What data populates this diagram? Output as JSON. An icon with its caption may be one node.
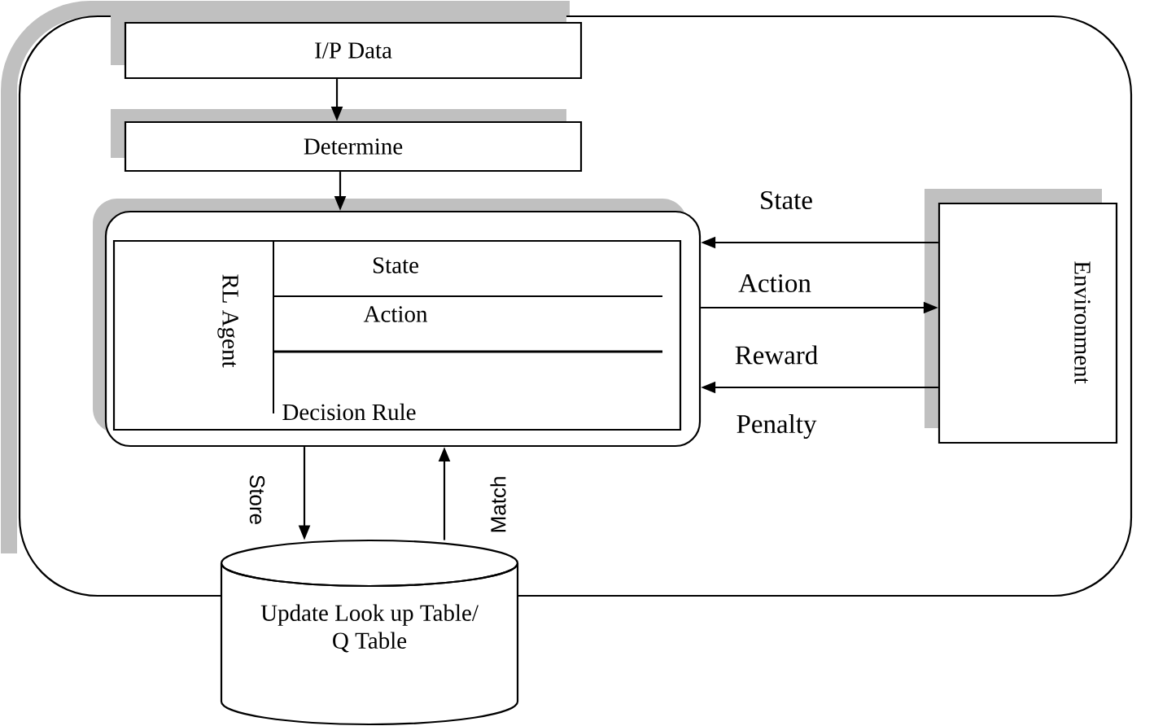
{
  "diagram": {
    "nodes": [
      {
        "text": [],
        "shape": "box"
      },
      {
        "text": [
          "I/P Data"
        ],
        "in": 0
      },
      {
        "text": [
          "Determine"
        ],
        "in": 0
      },
      {
        "text": [],
        "shape": "box",
        "in": 0
      },
      {
        "text": [
          "RL Agent",
          "State",
          "Action",
          "Decision Rule"
        ],
        "in": 3
      },
      {
        "text": [
          "Environment"
        ],
        "in": 0
      },
      {
        "text": [
          "Update Look up Table/ Q Table"
        ]
      }
    ],
    "edges": [
      {
        "from": 1,
        "to": 2,
        "arrow": "to"
      },
      {
        "from": 2,
        "to": 3,
        "arrow": "to"
      },
      {
        "from": 5,
        "to": 3,
        "arrow": "to",
        "label": "State"
      },
      {
        "from": 3,
        "to": 5,
        "arrow": "to",
        "label": "Action"
      },
      {
        "from": 5,
        "to": 3,
        "arrow": "to",
        "label": "Reward"
      },
      {
        "from": 3,
        "to": 6,
        "arrow": "to",
        "label": "Store"
      },
      {
        "from": 6,
        "to": 3,
        "arrow": "to",
        "label": "Match"
      }
    ],
    "labels": [
      "Penalty"
    ]
  }
}
